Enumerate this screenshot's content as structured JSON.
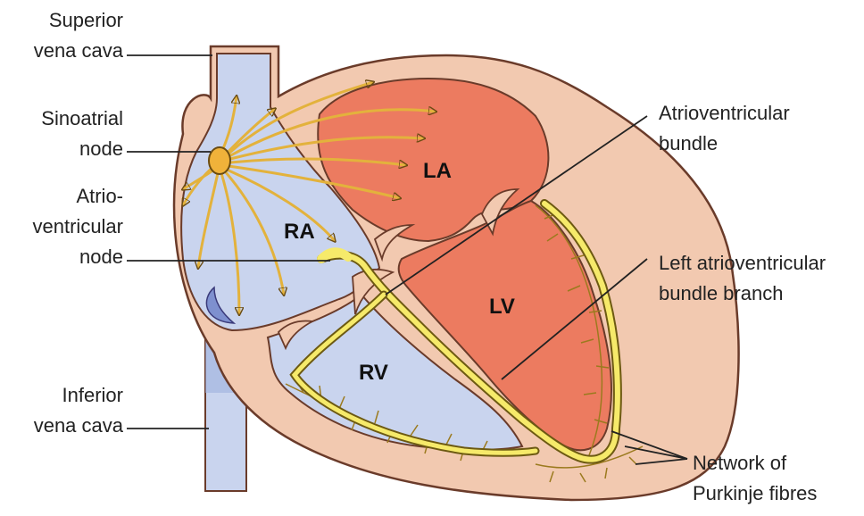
{
  "labels": {
    "svc": [
      "Superior",
      "vena cava"
    ],
    "sa": [
      "Sinoatrial",
      "node"
    ],
    "av": [
      "Atrio-",
      "ventricular",
      "node"
    ],
    "ivc": [
      "Inferior",
      "vena cava"
    ],
    "avb": [
      "Atrioventricular",
      "bundle"
    ],
    "lbb": [
      "Left atrioventricular",
      "bundle branch"
    ],
    "purk": [
      "Network of",
      "Purkinje fibres"
    ]
  },
  "chambers": {
    "ra": "RA",
    "la": "LA",
    "lv": "LV",
    "rv": "RV"
  },
  "colors": {
    "wall": "#f2c9b0",
    "wall_stroke": "#6a3b2a",
    "left_chamber": "#ec7b60",
    "right_chamber": "#c9d4ee",
    "vessel": "#c9d4ee",
    "conduction": "#f6ea6a",
    "conduction_stroke": "#6d5a12",
    "impulse_arrow": "#e3b23c"
  }
}
